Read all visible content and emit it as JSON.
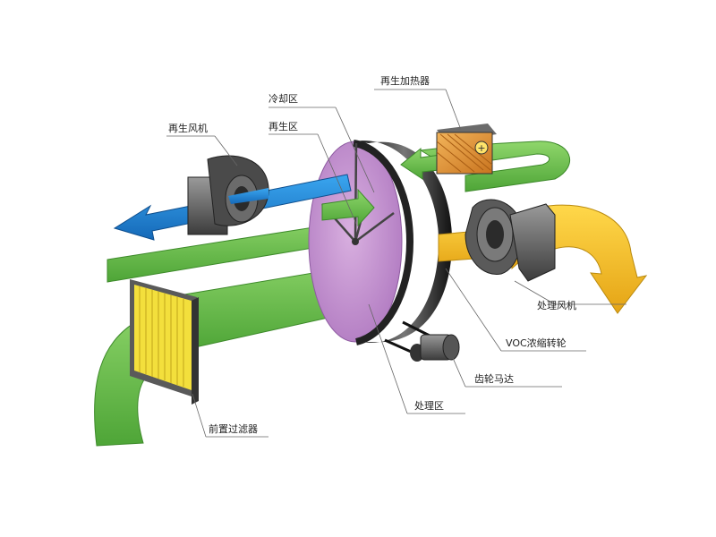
{
  "labels": {
    "regen_heater": "再生加热器",
    "cooling_zone": "冷却区",
    "regen_fan": "再生风机",
    "regen_zone": "再生区",
    "process_fan": "处理风机",
    "voc_rotor": "VOC浓缩转轮",
    "gear_motor": "齿轮马达",
    "process_zone": "处理区",
    "pre_filter": "前置过滤器"
  },
  "colors": {
    "green_flow": "#6cc04a",
    "blue_flow": "#1e88d8",
    "yellow_flow": "#f5c02a",
    "rotor_face": "#c48fd0",
    "rotor_rim": "#2a2a2a",
    "heater": "#e39a3a",
    "filter": "#f3df3c"
  },
  "icons": {
    "heater_symbol": "plus-icon",
    "arrows": "flow-arrow-icon"
  }
}
